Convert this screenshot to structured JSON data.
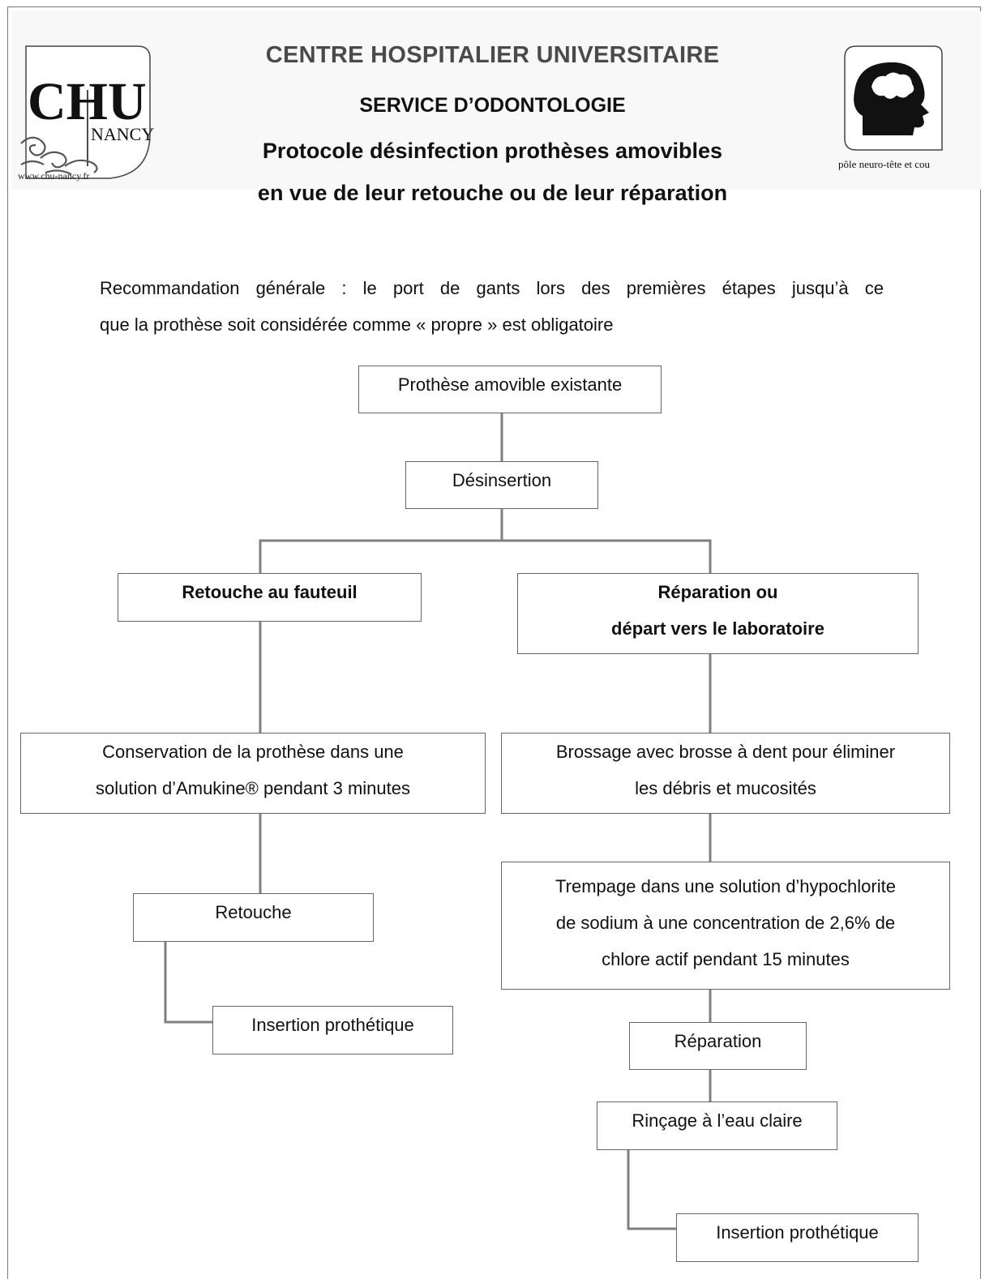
{
  "header": {
    "institution": "CENTRE HOSPITALIER UNIVERSITAIRE",
    "service": "SERVICE D’ODONTOLOGIE",
    "title_line1": "Protocole désinfection prothèses amovibles",
    "title_line2": "en vue de leur retouche ou de leur réparation"
  },
  "logo_left": {
    "text_main": "CHU",
    "text_sub": "NANCY",
    "url": "www.chu-nancy.fr"
  },
  "logo_right": {
    "caption": "pôle neuro-tête et cou"
  },
  "recommendation": {
    "line1": "Recommandation générale : le port de gants lors des premières étapes jusqu’à ce",
    "line2": "que la prothèse soit considérée comme « propre » est obligatoire"
  },
  "flow": {
    "start": "Prothèse amovible existante",
    "desinsertion": "Désinsertion",
    "left_branch": "Retouche au fauteuil",
    "right_branch": [
      "Réparation ou",
      "départ vers le laboratoire"
    ],
    "left_conservation": [
      "Conservation de la prothèse dans une",
      "solution d’Amukine® pendant 3 minutes"
    ],
    "left_retouche": "Retouche",
    "left_insertion": "Insertion prothétique",
    "right_brossage": [
      "Brossage avec brosse à dent pour éliminer",
      "les débris et mucosités"
    ],
    "right_trempage": [
      "Trempage dans une solution d’hypochlorite",
      "de sodium à une concentration de 2,6% de",
      "chlore actif pendant 15 minutes"
    ],
    "right_reparation": "Réparation",
    "right_rincage": "Rinçage à l’eau claire",
    "right_insertion": "Insertion prothétique"
  }
}
